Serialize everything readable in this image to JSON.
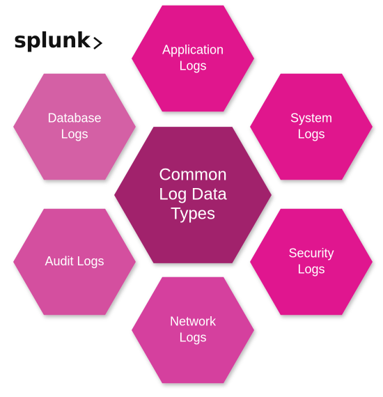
{
  "brand": {
    "logo_text": "splunk",
    "logo_icon": "chevron-right-icon"
  },
  "diagram": {
    "center": {
      "lines": [
        "Common",
        "Log Data",
        "Types"
      ],
      "color": "#A1226C"
    },
    "hexagons": [
      {
        "id": "application-logs",
        "lines": [
          "Application",
          "Logs"
        ],
        "color": "#E0158D"
      },
      {
        "id": "system-logs",
        "lines": [
          "System",
          "Logs"
        ],
        "color": "#E0158D"
      },
      {
        "id": "security-logs",
        "lines": [
          "Security",
          "Logs"
        ],
        "color": "#E0178F"
      },
      {
        "id": "network-logs",
        "lines": [
          "Network",
          "Logs"
        ],
        "color": "#D53F9E"
      },
      {
        "id": "audit-logs",
        "lines": [
          "Audit Logs"
        ],
        "color": "#D4509F"
      },
      {
        "id": "database-logs",
        "lines": [
          "Database",
          "Logs"
        ],
        "color": "#D460A5"
      }
    ]
  }
}
